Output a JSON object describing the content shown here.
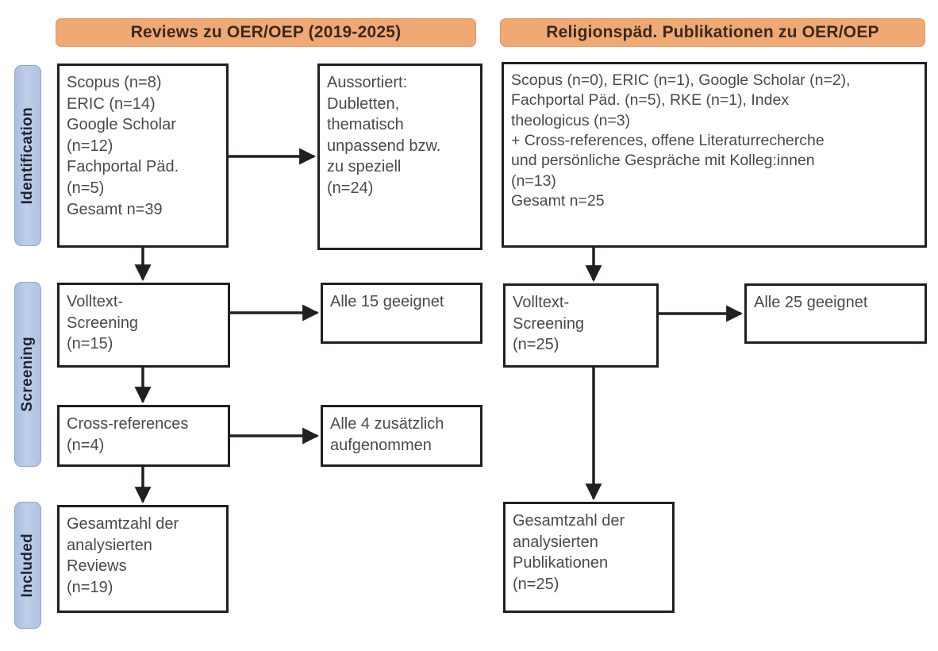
{
  "columns": {
    "left": {
      "header": "Reviews zu OER/OEP (2019-2025)"
    },
    "right": {
      "header": "Religionspäd. Publikationen zu OER/OEP"
    }
  },
  "phases": [
    {
      "label": "Identification"
    },
    {
      "label": "Screening"
    },
    {
      "label": "Included"
    }
  ],
  "nodes": {
    "identification_left_sources": "Scopus (n=8)\nERIC (n=14)\nGoogle Scholar\n(n=12)\nFachportal Päd.\n(n=5)\nGesamt n=39",
    "identification_left_excluded": "Aussortiert:\nDubletten,\nthematisch\nunpassend bzw.\nzu speziell\n(n=24)",
    "identification_right_sources": "Scopus (n=0), ERIC (n=1), Google Scholar (n=2),\nFachportal Päd. (n=5), RKE (n=1), Index\ntheologicus (n=3)\n+ Cross-references, offene Literaturrecherche\nund persönliche Gespräche mit Kolleg:innen\n(n=13)\nGesamt n=25",
    "screening_left_fulltext": "Volltext-\nScreening\n(n=15)",
    "screening_left_eligible": "Alle 15 geeignet",
    "screening_left_crossrefs": "Cross-references\n(n=4)",
    "screening_left_crossrefs_added": "Alle 4 zusätzlich\naufgenommen",
    "screening_right_fulltext": "Volltext-\nScreening\n(n=25)",
    "screening_right_eligible": "Alle 25 geeignet",
    "included_left_total": "Gesamtzahl der\nanalysierten\nReviews\n(n=19)",
    "included_right_total": "Gesamtzahl der\nanalysierten\nPublikationen\n(n=25)"
  },
  "colors": {
    "header_banner": "#F0A875",
    "phase_label": "#B2C4E2",
    "node_border": "#231f20",
    "node_text": "#4a4a4a",
    "connector": "#231f20"
  }
}
